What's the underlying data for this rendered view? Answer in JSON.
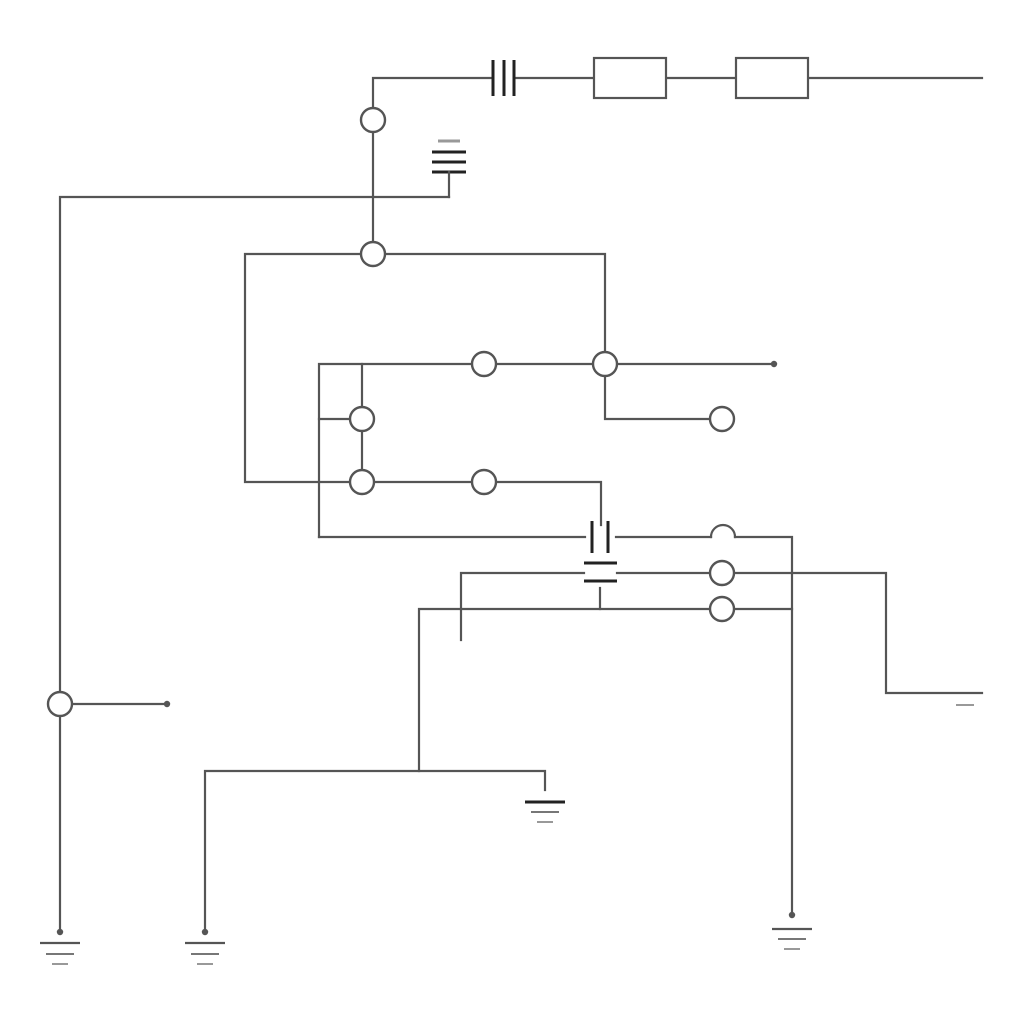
{
  "diagram": {
    "kind": "circuit-schematic",
    "colors": {
      "wire": "#555555",
      "component_plate": "#222222",
      "background": "#ffffff"
    },
    "components": {
      "resistors": 2,
      "capacitors": 3,
      "battery_cells": 1,
      "ground_symbols": 5,
      "junction_nodes": 13
    }
  }
}
